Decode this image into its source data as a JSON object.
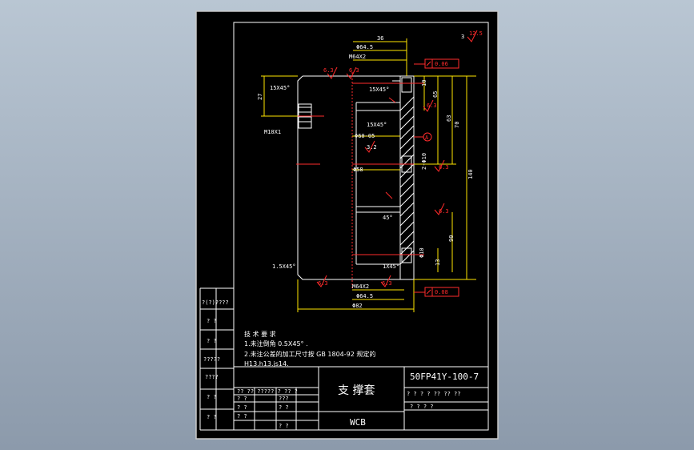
{
  "colors": {
    "background": "#9aa8b8",
    "sheet": "#000000",
    "line": "#ffffff",
    "annotation": "#ff2b2b",
    "dimension": "#ffe600"
  },
  "dims": {
    "top_36": "36",
    "top_d645": "Φ64.5",
    "top_m64x2": "M64X2",
    "ra_63_a": "6.3",
    "ra_63_b": "6.3",
    "ra_125": "12.5",
    "ra_3": "3",
    "chamfer_15x45_tl": "15X45°",
    "chamfer_15x45_tr": "15X45°",
    "chamfer_15x45_mid": "15X45°",
    "chamfer_15x45_bl": "1.5X45°",
    "chamfer_1x45_br": "1X45°",
    "dim_27": "27",
    "m10x1": "M10X1",
    "d60": "Φ60-05",
    "d58": "Φ58",
    "ra_32": "3.2",
    "dim_10": "10",
    "dim_65": "65",
    "dim_63v": "63",
    "dim_70": "70",
    "dim_140": "140",
    "dim_d10": "2-Φ10",
    "dim_90": "90",
    "dim_13": "13",
    "dim_d10b": "Φ10",
    "ra_63_c": "6.3",
    "ra_63_d": "6.3",
    "ra_63_e": "6.3",
    "ra_63_f": "6.3",
    "bot_m64x2": "M64X2",
    "bot_d645": "Φ64.5",
    "bot_d82": "Φ82",
    "tol_top": "0.06",
    "tol_bot": "0.08",
    "datum_a": "A",
    "angle_45": "45°"
  },
  "notes": {
    "title": "技 术 要 求",
    "line1": "1.未注倒角 0.5X45° .",
    "line2": "2.未注公差的加工尺寸按 GB 1804-92   规定的",
    "line3": "H13.h13.js14."
  },
  "title_block": {
    "part_name": "支 撑套",
    "drawing_no": "50FP41Y-100-7",
    "material": "WCB",
    "left_cells": [
      "?(?)????",
      "?  ?",
      "?  ?",
      "?????",
      "????",
      "?  ?",
      "?  ?"
    ],
    "header_row": "?? ?? ????? ?  ?? ?",
    "mid_row_1": "?  ?",
    "mid_row_2": "?  ?",
    "mid_row_3": "?  ?",
    "col2_1": "???",
    "col2_2": "?  ?",
    "col2_3": "?  ?",
    "right_row_1": "?  ?  ?  ?  ??  ??  ??",
    "right_row_2": "?        ?       ?      ?"
  }
}
